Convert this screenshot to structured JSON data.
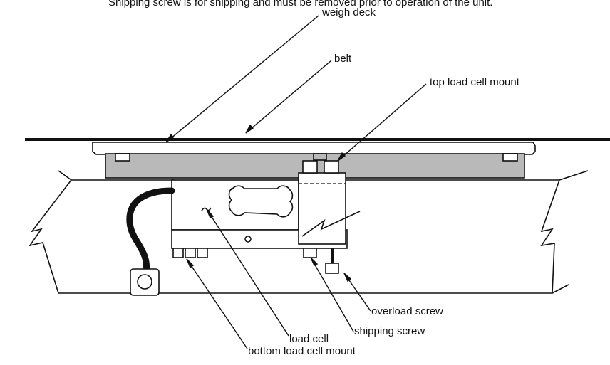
{
  "caption_partial": "Shipping screw is for shipping and must be removed prior to operation of the unit.",
  "labels": {
    "weigh_deck": "weigh deck",
    "belt": "belt",
    "top_load_cell_mount": "top load cell mount",
    "overload_screw": "overload screw",
    "shipping_screw": "shipping screw",
    "load_cell": "load cell",
    "bottom_load_cell_mount": "bottom load cell mount"
  },
  "colors": {
    "line": "#111111",
    "frame_fill": "#b9b9b9",
    "part_fill": "#d9d9d9",
    "background": "#ffffff"
  }
}
